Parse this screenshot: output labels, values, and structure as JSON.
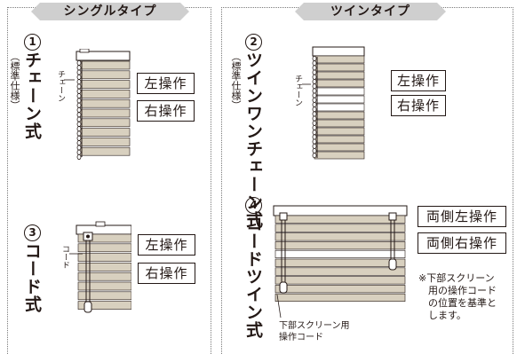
{
  "single": {
    "banner": "シングルタイプ",
    "chain": {
      "number": "1",
      "title": "チェーン式",
      "sub": "（標準仕様）",
      "part_label": "チェーン",
      "buttons": [
        "左操作",
        "右操作"
      ]
    },
    "cord": {
      "number": "3",
      "title": "コード式",
      "part_label": "コード",
      "buttons": [
        "左操作",
        "右操作"
      ]
    }
  },
  "twin": {
    "banner": "ツインタイプ",
    "chain": {
      "number": "2",
      "title": "ツインワンチェーン式",
      "sub": "（標準仕様）",
      "part_label": "チェーン",
      "buttons": [
        "左操作",
        "右操作"
      ]
    },
    "cord": {
      "number": "4",
      "title": "コードツイン式",
      "buttons": [
        "両側左操作",
        "両側右操作"
      ],
      "note_lines": [
        "※下部スクリーン",
        "用の操作コード",
        "の位置を基準と",
        "します。"
      ],
      "bottom_label_lines": [
        "下部スクリーン用",
        "操作コード"
      ]
    }
  },
  "colors": {
    "banner_bg": "#cfcfcf",
    "slat_beige": "#d8d0bf",
    "ink": "#231815"
  }
}
